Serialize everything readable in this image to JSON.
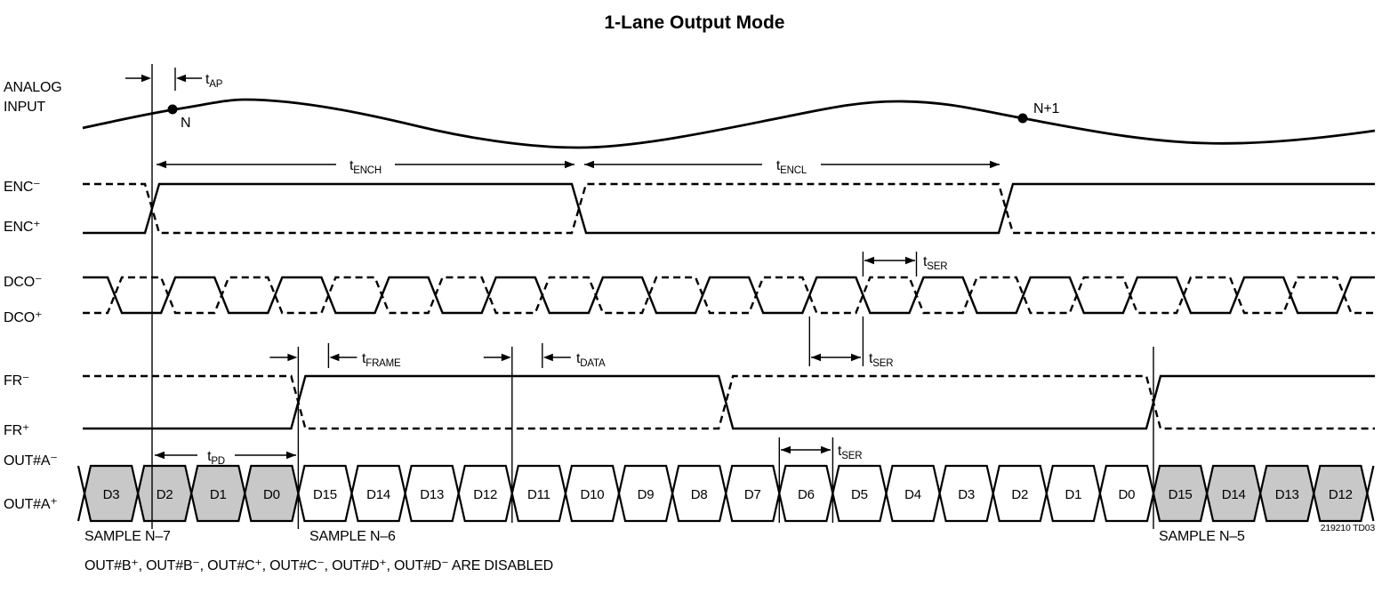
{
  "title": "1-Lane Output Mode",
  "signals": {
    "analog_line1": "ANALOG",
    "analog_line2": "INPUT",
    "enc_minus": "ENC⁻",
    "enc_plus": "ENC⁺",
    "dco_minus": "DCO⁻",
    "dco_plus": "DCO⁺",
    "fr_minus": "FR⁻",
    "fr_plus": "FR⁺",
    "out_a_minus": "OUT#A⁻",
    "out_a_plus": "OUT#A⁺"
  },
  "samples": {
    "n": "N",
    "n_plus_1": "N+1"
  },
  "timing": {
    "tap": {
      "base": "t",
      "sub": "AP"
    },
    "tench": {
      "base": "t",
      "sub": "ENCH"
    },
    "tencl": {
      "base": "t",
      "sub": "ENCL"
    },
    "tser": {
      "base": "t",
      "sub": "SER"
    },
    "tframe": {
      "base": "t",
      "sub": "FRAME"
    },
    "tdata": {
      "base": "t",
      "sub": "DATA"
    },
    "tpd": {
      "base": "t",
      "sub": "PD"
    }
  },
  "bus": {
    "cells": [
      {
        "label": "D3",
        "shaded": true
      },
      {
        "label": "D2",
        "shaded": true
      },
      {
        "label": "D1",
        "shaded": true
      },
      {
        "label": "D0",
        "shaded": true
      },
      {
        "label": "D15",
        "shaded": false
      },
      {
        "label": "D14",
        "shaded": false
      },
      {
        "label": "D13",
        "shaded": false
      },
      {
        "label": "D12",
        "shaded": false
      },
      {
        "label": "D11",
        "shaded": false
      },
      {
        "label": "D10",
        "shaded": false
      },
      {
        "label": "D9",
        "shaded": false
      },
      {
        "label": "D8",
        "shaded": false
      },
      {
        "label": "D7",
        "shaded": false
      },
      {
        "label": "D6",
        "shaded": false
      },
      {
        "label": "D5",
        "shaded": false
      },
      {
        "label": "D4",
        "shaded": false
      },
      {
        "label": "D3",
        "shaded": false
      },
      {
        "label": "D2",
        "shaded": false
      },
      {
        "label": "D1",
        "shaded": false
      },
      {
        "label": "D0",
        "shaded": false
      },
      {
        "label": "D15",
        "shaded": true
      },
      {
        "label": "D14",
        "shaded": true
      },
      {
        "label": "D13",
        "shaded": true
      },
      {
        "label": "D12",
        "shaded": true
      }
    ]
  },
  "sample_labels": [
    "SAMPLE N–7",
    "SAMPLE N–6",
    "SAMPLE N–5"
  ],
  "footer_note": "OUT#B⁺, OUT#B⁻, OUT#C⁺, OUT#C⁻, OUT#D⁺, OUT#D⁻ ARE DISABLED",
  "doc_code": "219210 TD03",
  "colors": {
    "line": "#000000",
    "shaded_cell": "#c8c8c8",
    "background": "#ffffff"
  }
}
